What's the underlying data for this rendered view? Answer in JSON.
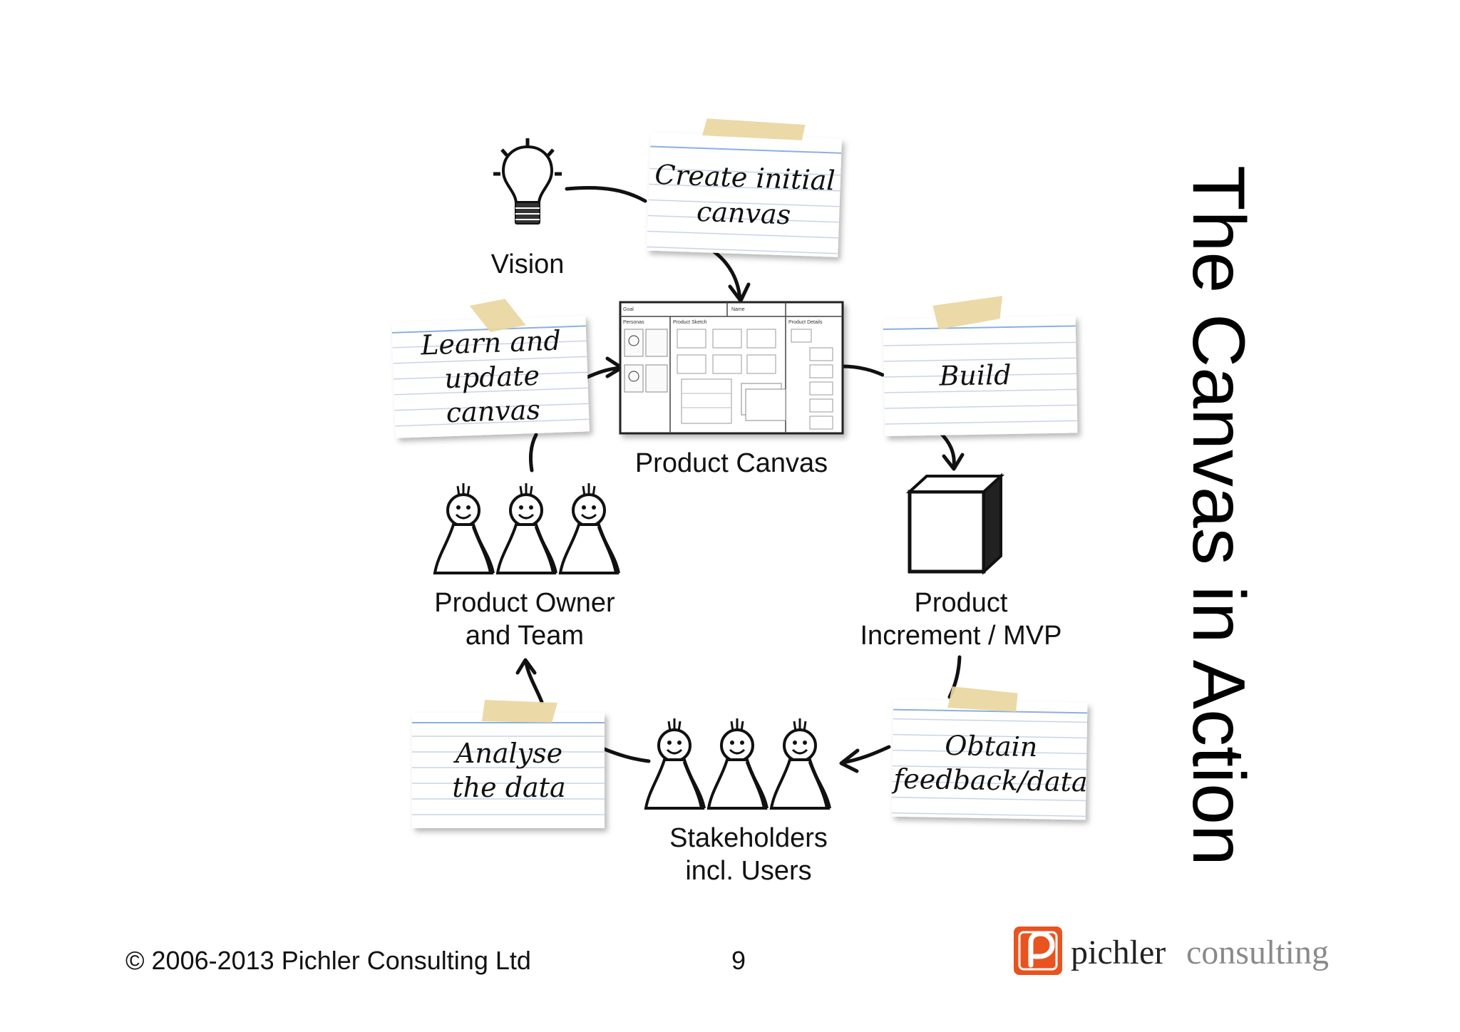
{
  "title": "The Canvas in Action",
  "cards": {
    "create": [
      "Create initial",
      "canvas"
    ],
    "learn": [
      "Learn and",
      "update",
      "canvas"
    ],
    "build": [
      "Build"
    ],
    "analyse": [
      "Analyse",
      "the data"
    ],
    "obtain": [
      "Obtain",
      "feedback/data"
    ]
  },
  "nodes": {
    "vision": "Vision",
    "product_canvas": "Product Canvas",
    "product_owner": [
      "Product Owner",
      "and Team"
    ],
    "increment": [
      "Product",
      "Increment / MVP"
    ],
    "stakeholders": [
      "Stakeholders",
      "incl. Users"
    ]
  },
  "canvas_thumbnail": {
    "goal": "Goal",
    "name": "Name",
    "personas": "Personas",
    "product_sketch": "Product Sketch",
    "product_details": "Product Details"
  },
  "footer": {
    "copyright": "© 2006-2013 Pichler Consulting Ltd",
    "page_number": "9",
    "logo_text_1": "pichler",
    "logo_text_2": "consulting"
  },
  "colors": {
    "tape": "#e9d7a0",
    "logo_orange": "#e8531f",
    "logo_grey": "#8a8a8a"
  }
}
